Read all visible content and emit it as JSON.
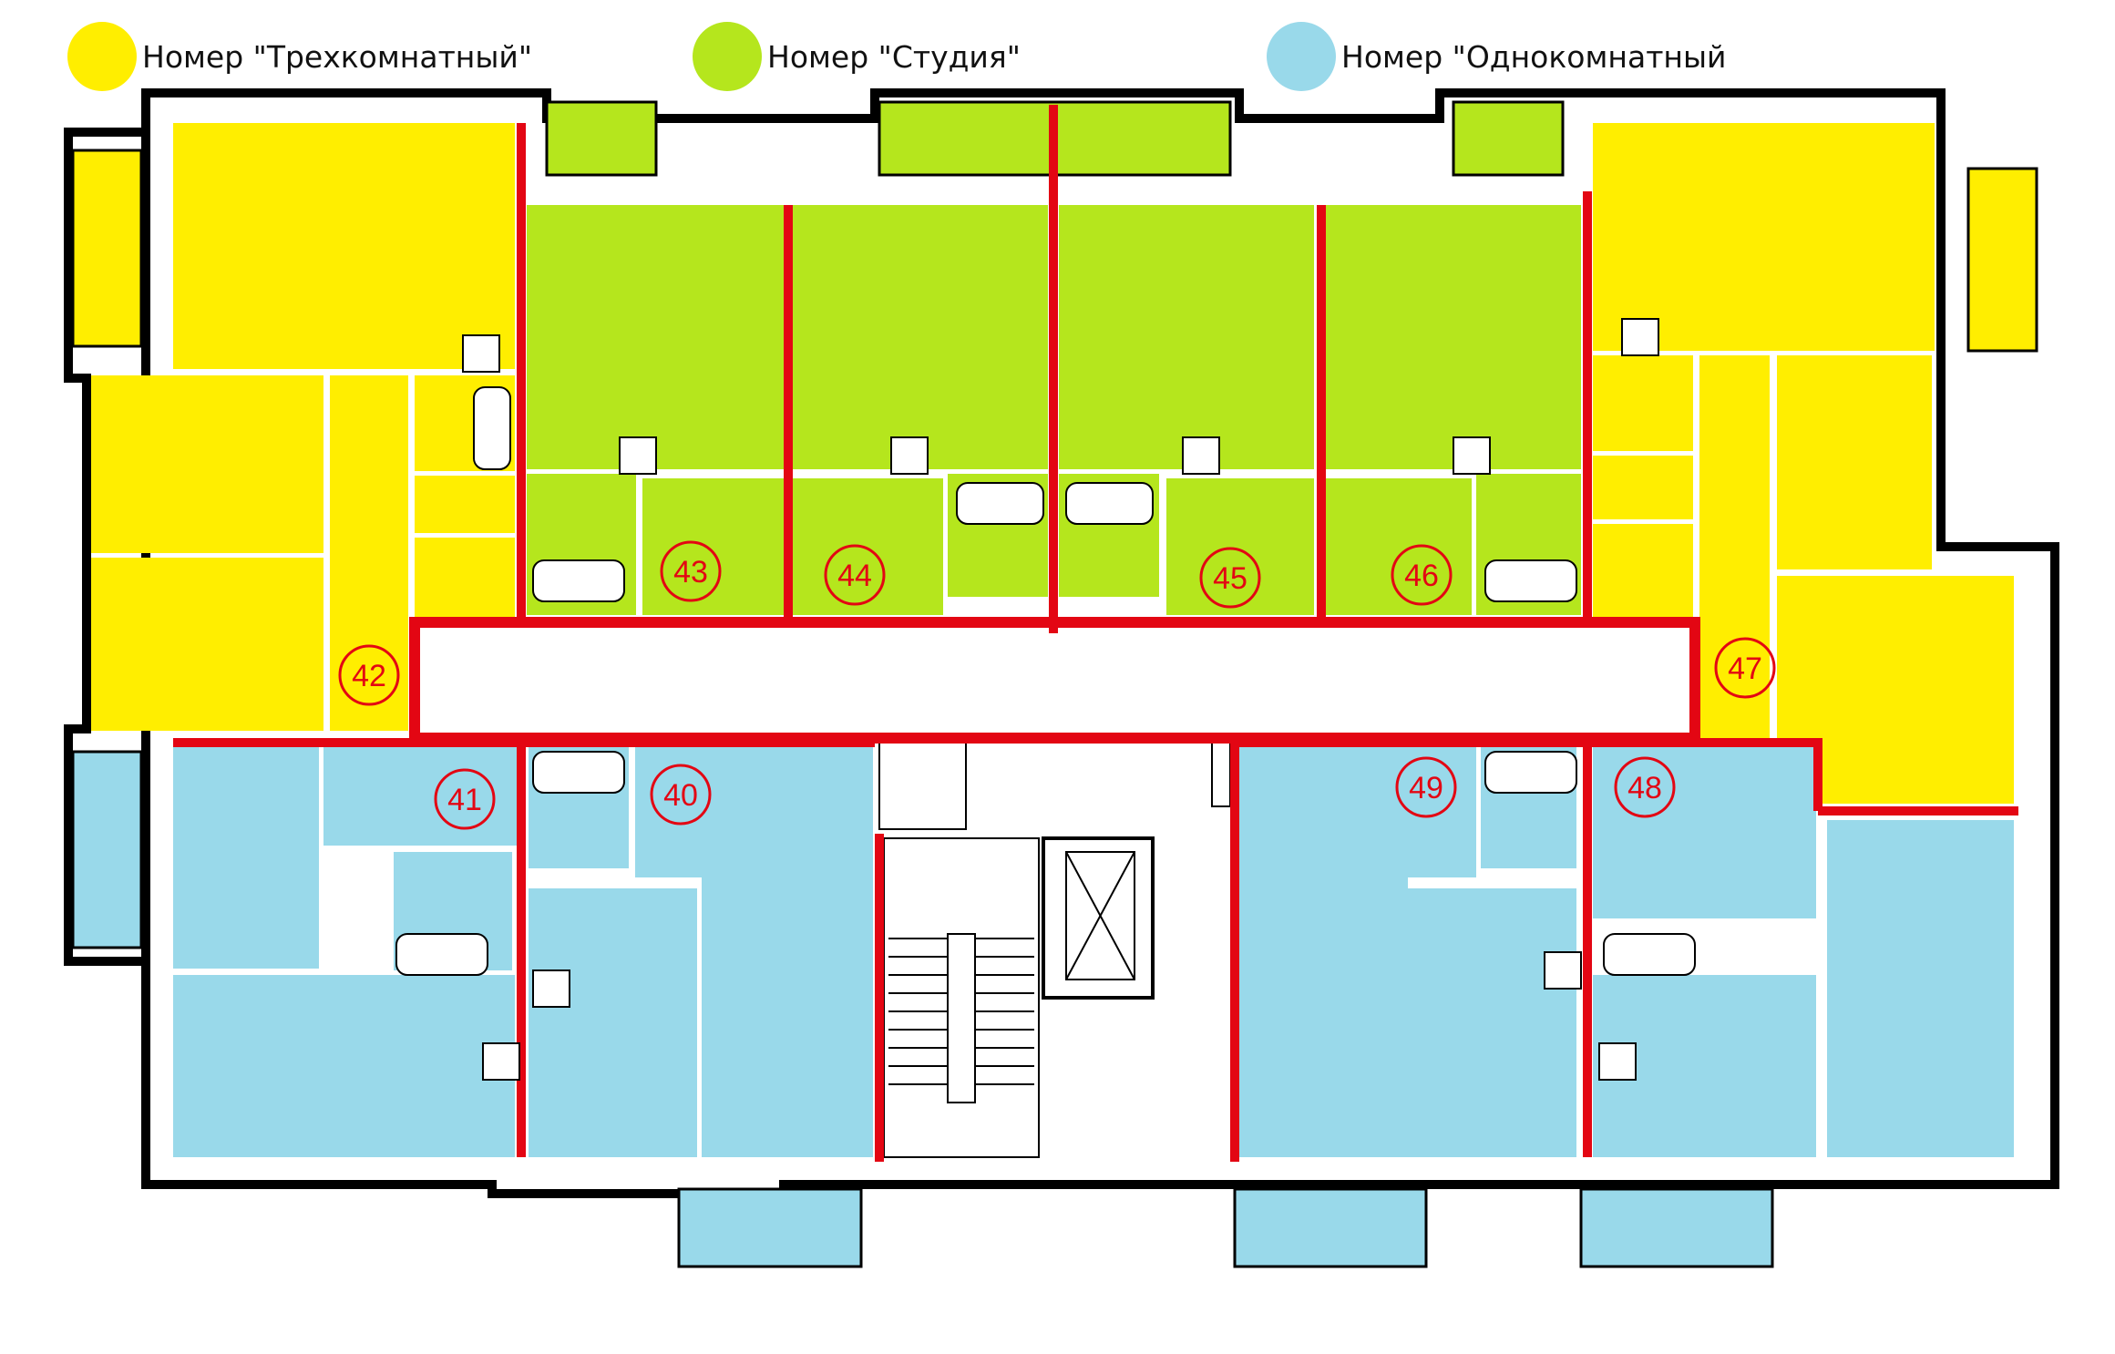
{
  "legend": [
    {
      "label": "Номер \"Трехкомнатный\"",
      "color": "#ffee00"
    },
    {
      "label": "Номер \"Студия\"",
      "color": "#b5e61d"
    },
    {
      "label": "Номер \"Однокомнатный",
      "color": "#99d9ea"
    }
  ],
  "units": [
    "42",
    "43",
    "44",
    "45",
    "46",
    "47",
    "41",
    "40",
    "49",
    "48"
  ],
  "colors": {
    "wall": "#000000",
    "partition": "#e30613",
    "outline": "#e30613"
  }
}
